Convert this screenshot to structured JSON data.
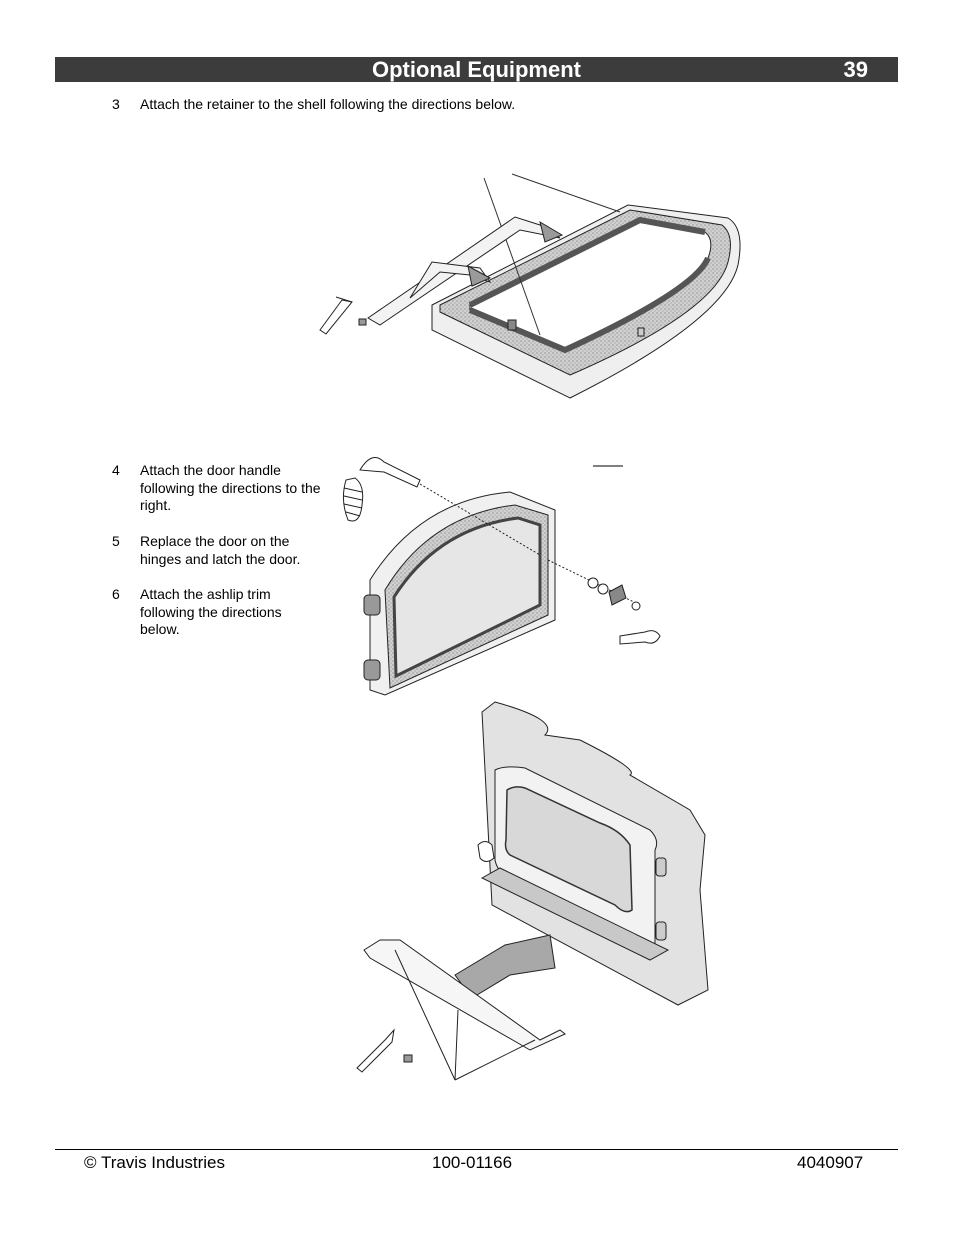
{
  "header": {
    "title": "Optional Equipment",
    "page_number": "39"
  },
  "steps": [
    {
      "number": "3",
      "text": "Attach the retainer to the shell following the directions below."
    },
    {
      "number": "4",
      "text": "Attach the door handle following the directions to the right."
    },
    {
      "number": "5",
      "text": "Replace the door on the hinges and latch the door."
    },
    {
      "number": "6",
      "text": "Attach the ashlip trim following the directions below."
    }
  ],
  "footer": {
    "copyright": "© Travis Industries",
    "part_number": "100-01166",
    "doc_code": "4040907"
  }
}
